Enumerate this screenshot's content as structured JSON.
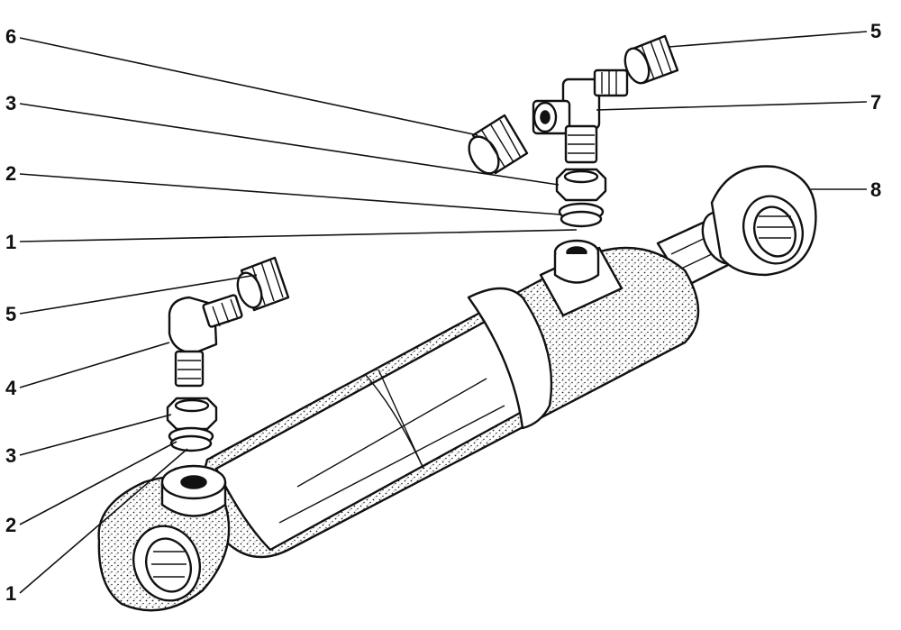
{
  "callouts": [
    {
      "label": "6"
    },
    {
      "label": "3"
    },
    {
      "label": "2"
    },
    {
      "label": "1"
    },
    {
      "label": "5"
    },
    {
      "label": "4"
    },
    {
      "label": "3"
    },
    {
      "label": "2"
    },
    {
      "label": "1"
    },
    {
      "label": "5"
    },
    {
      "label": "7"
    },
    {
      "label": "8"
    }
  ]
}
